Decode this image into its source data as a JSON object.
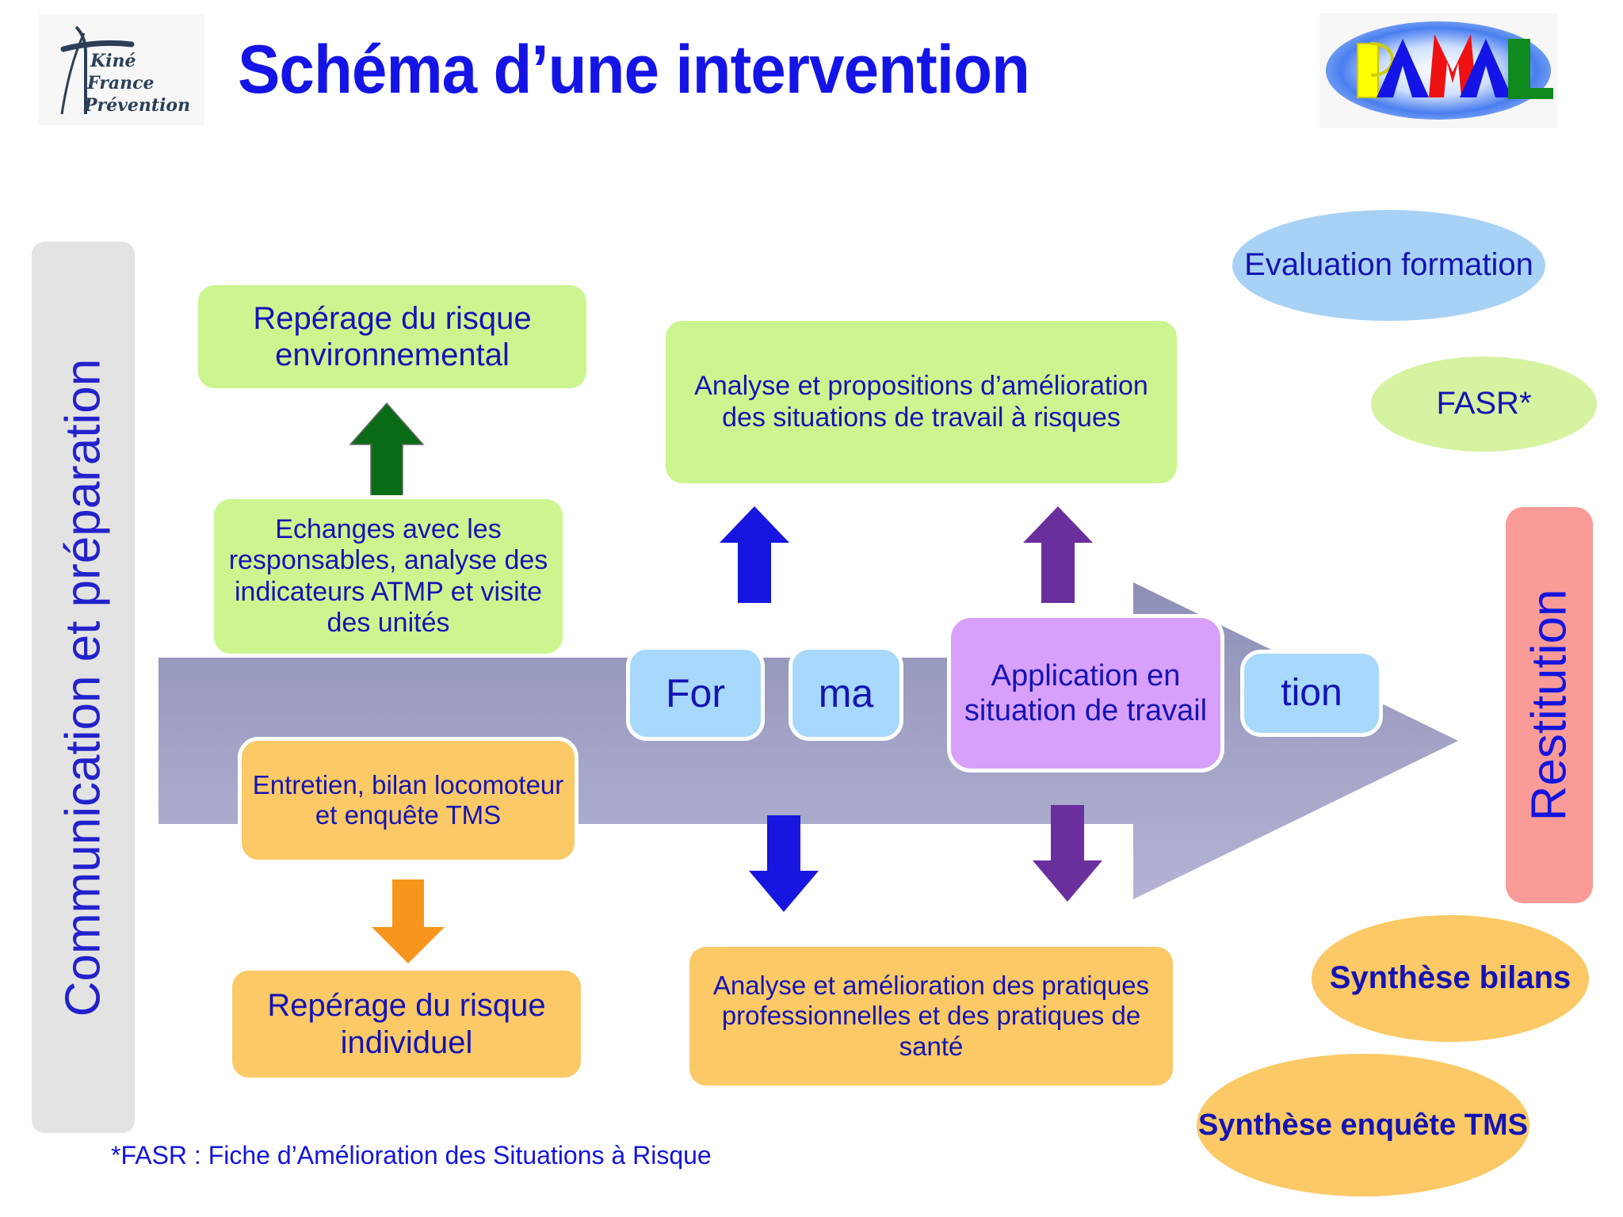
{
  "header": {
    "title": "Schéma d’une intervention",
    "left_logo": {
      "name": "kine-france-prevention-logo",
      "lines": [
        "Kiné",
        "France",
        "Prévention"
      ]
    },
    "right_logo": {
      "name": "pamal-logo",
      "text": "PAMAL",
      "letters": [
        {
          "char": "P",
          "color": "#ffff00"
        },
        {
          "char": "A",
          "color": "#1414e6"
        },
        {
          "char": "M",
          "color": "#ee1111"
        },
        {
          "char": "A",
          "color": "#1414e6"
        },
        {
          "char": "L",
          "color": "#0f8a1e"
        }
      ]
    }
  },
  "bands": {
    "left_label": "Communication et préparation",
    "right_label": "Restitution"
  },
  "nodes": {
    "reperage_env": "Repérage du risque environnemental",
    "echanges": "Echanges avec les responsables, analyse des indicateurs ATMP et visite des unités",
    "analyse_propositions": "Analyse et propositions d’amélioration des situations de travail à risques",
    "entretien": "Entretien, bilan locomoteur et enquête TMS",
    "reperage_ind": "Repérage du risque individuel",
    "analyse_pratiques": "Analyse et amélioration des pratiques professionnelles et des pratiques de santé",
    "formation_part1": "For",
    "formation_part2": "ma",
    "application": "Application en situation de travail",
    "formation_part3": "tion"
  },
  "ellipses": {
    "evaluation_formation": "Evaluation formation",
    "fasr": "FASR*",
    "synthese_bilans": "Synthèse bilans",
    "synthese_enquete_tms": "Synthèse enquête TMS"
  },
  "footnote": "*FASR : Fiche d’Amélioration des Situations à Risque",
  "colors": {
    "title_blue": "#1414e6",
    "text_blue": "#1414b4",
    "green_box": "#ccf58f",
    "orange_box": "#fbc965",
    "light_blue_box": "#a8d8fb",
    "violet_box": "#d9a0fb",
    "pink_box": "#fa9b98",
    "gray_band": "#e3e3e3",
    "process_arrow": "#9a9bbf",
    "arrow_green": "#0a6b16",
    "arrow_blue": "#1616e0",
    "arrow_purple": "#6a2f9c",
    "arrow_orange": "#f7951d",
    "ellipse_blue": "#a8d2f5",
    "ellipse_green": "#d5f3a0"
  },
  "connectors": [
    {
      "name": "green-up-arrow",
      "from": "echanges",
      "to": "reperage_env",
      "color": "#0a6b16",
      "direction": "up"
    },
    {
      "name": "orange-down-arrow",
      "from": "entretien",
      "to": "reperage_ind",
      "color": "#f7951d",
      "direction": "down"
    },
    {
      "name": "blue-up-arrow",
      "from": "formation",
      "to": "analyse_propositions",
      "color": "#1616e0",
      "direction": "up"
    },
    {
      "name": "purple-up-arrow",
      "from": "application",
      "to": "analyse_propositions",
      "color": "#6a2f9c",
      "direction": "up"
    },
    {
      "name": "blue-down-arrow",
      "from": "formation",
      "to": "analyse_pratiques",
      "color": "#1616e0",
      "direction": "down"
    },
    {
      "name": "purple-down-arrow",
      "from": "application",
      "to": "analyse_pratiques",
      "color": "#6a2f9c",
      "direction": "down"
    }
  ]
}
